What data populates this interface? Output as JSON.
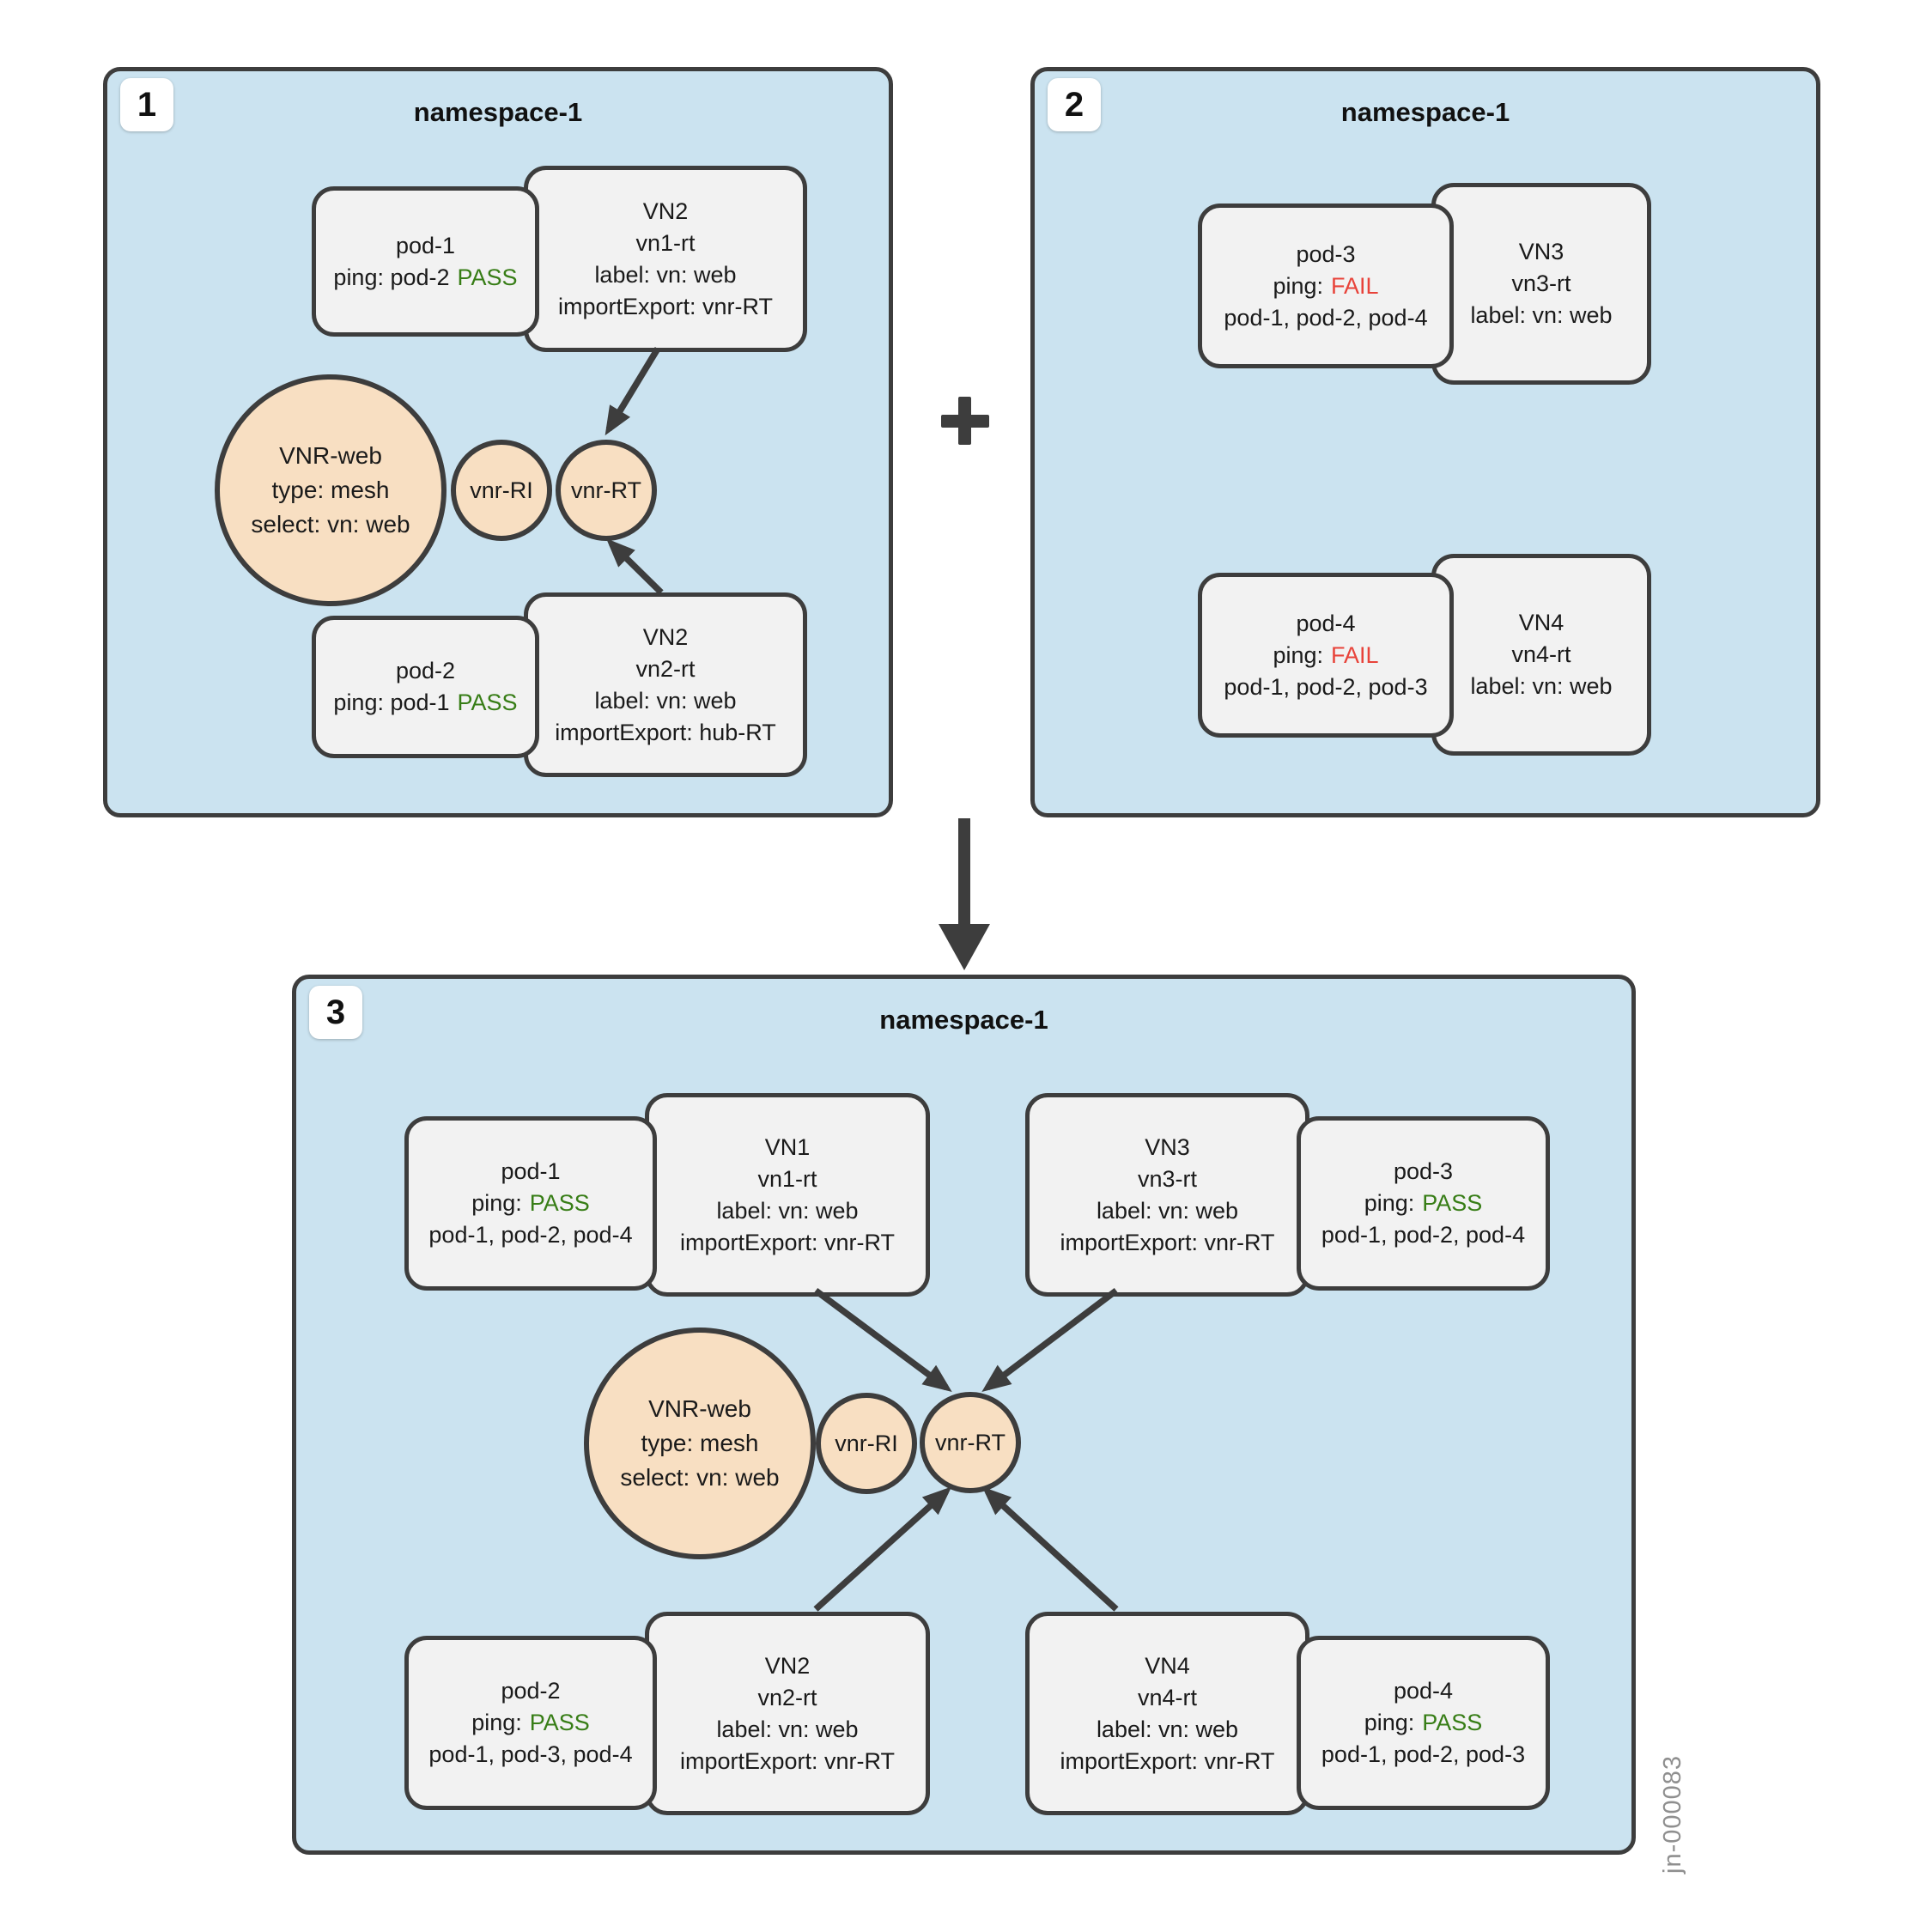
{
  "diagram": {
    "watermark": "jn-000083",
    "icons": {
      "plus": "+",
      "merge_arrow": "down-arrow"
    },
    "colors": {
      "panel_bg": "#cbe3f0",
      "node_bg": "#f2f2f2",
      "circle_bg": "#f8dfc2",
      "stroke": "#3d3d3d",
      "pass_green": "#377d16",
      "fail_red": "#e8433a",
      "watermark_gray": "#8f8f8f"
    },
    "panel1": {
      "number": "1",
      "title": "namespace-1",
      "pod1": {
        "name": "pod-1",
        "ping_label": "ping: pod-2",
        "status": "PASS"
      },
      "vn1": {
        "title": "VN2",
        "rt": "vn1-rt",
        "label": "label: vn: web",
        "import_export": "importExport: vnr-RT"
      },
      "vnr": {
        "name": "VNR-web",
        "type": "type: mesh",
        "select": "select: vn: web"
      },
      "vnr_ri": "vnr-RI",
      "vnr_rt": "vnr-RT",
      "pod2": {
        "name": "pod-2",
        "ping_label": "ping: pod-1",
        "status": "PASS"
      },
      "vn2": {
        "title": "VN2",
        "rt": "vn2-rt",
        "label": "label: vn: web",
        "import_export": "importExport: hub-RT"
      }
    },
    "panel2": {
      "number": "2",
      "title": "namespace-1",
      "pod3": {
        "name": "pod-3",
        "ping_label": "ping:",
        "status": "FAIL",
        "peers": "pod-1, pod-2, pod-4"
      },
      "vn3": {
        "title": "VN3",
        "rt": "vn3-rt",
        "label": "label: vn: web"
      },
      "pod4": {
        "name": "pod-4",
        "ping_label": "ping:",
        "status": "FAIL",
        "peers": "pod-1, pod-2, pod-3"
      },
      "vn4": {
        "title": "VN4",
        "rt": "vn4-rt",
        "label": "label: vn: web"
      }
    },
    "panel3": {
      "number": "3",
      "title": "namespace-1",
      "pod1": {
        "name": "pod-1",
        "ping_label": "ping:",
        "status": "PASS",
        "peers": "pod-1, pod-2, pod-4"
      },
      "vn1": {
        "title": "VN1",
        "rt": "vn1-rt",
        "label": "label: vn: web",
        "import_export": "importExport: vnr-RT"
      },
      "vn3": {
        "title": "VN3",
        "rt": "vn3-rt",
        "label": "label: vn: web",
        "import_export": "importExport: vnr-RT"
      },
      "pod3": {
        "name": "pod-3",
        "ping_label": "ping:",
        "status": "PASS",
        "peers": "pod-1, pod-2, pod-4"
      },
      "vnr": {
        "name": "VNR-web",
        "type": "type: mesh",
        "select": "select: vn: web"
      },
      "vnr_ri": "vnr-RI",
      "vnr_rt": "vnr-RT",
      "pod2": {
        "name": "pod-2",
        "ping_label": "ping:",
        "status": "PASS",
        "peers": "pod-1, pod-3, pod-4"
      },
      "vn2": {
        "title": "VN2",
        "rt": "vn2-rt",
        "label": "label: vn: web",
        "import_export": "importExport: vnr-RT"
      },
      "vn4": {
        "title": "VN4",
        "rt": "vn4-rt",
        "label": "label: vn: web",
        "import_export": "importExport: vnr-RT"
      },
      "pod4": {
        "name": "pod-4",
        "ping_label": "ping:",
        "status": "PASS",
        "peers": "pod-1, pod-2, pod-3"
      }
    }
  }
}
